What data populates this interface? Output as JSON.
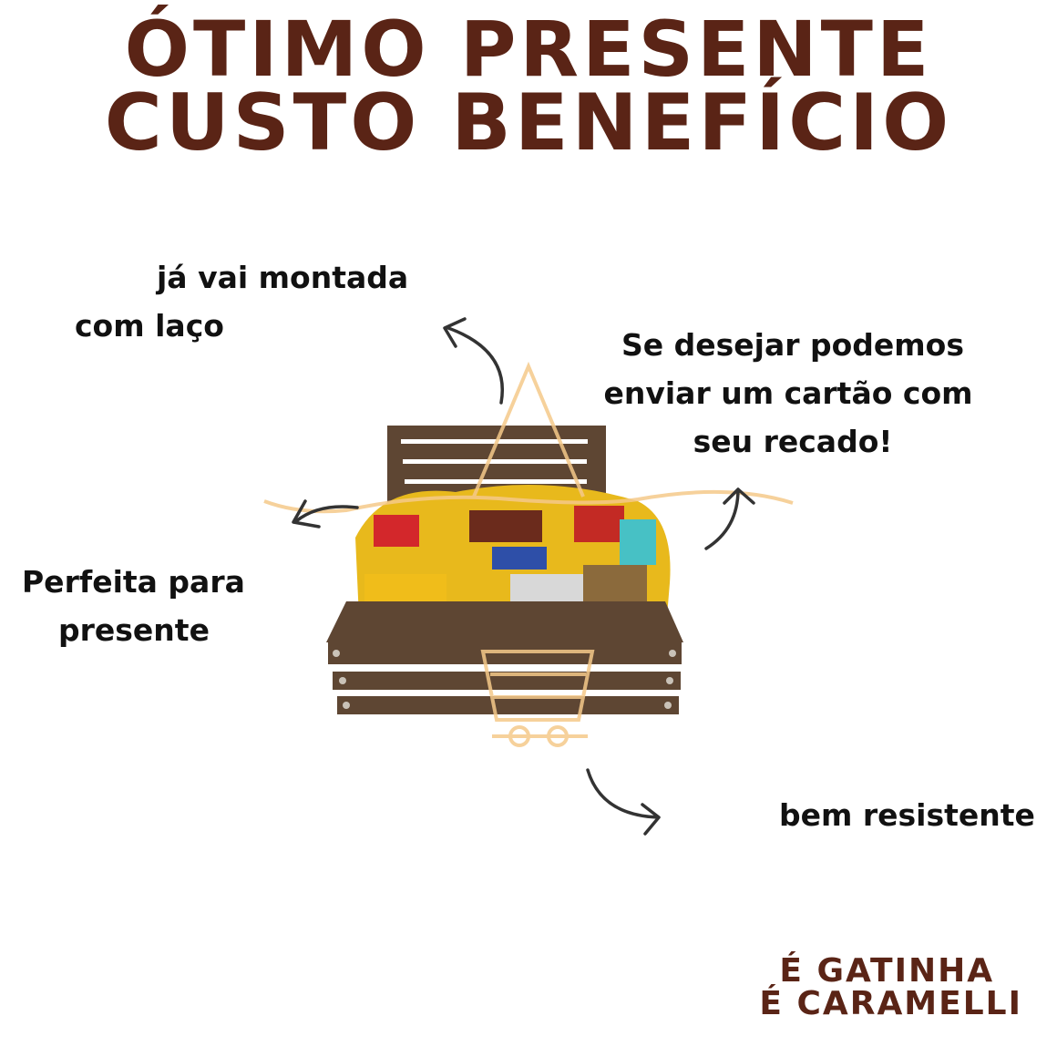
{
  "headline": {
    "line1": "ÓTIMO PRESENTE",
    "line2": "CUSTO BENEFÍCIO"
  },
  "callouts": {
    "assembled_line1": "já vai montada",
    "assembled_line2": "com laço",
    "card_line1": "Se desejar podemos",
    "card_line2": "enviar um cartão com",
    "card_line3": "seu recado!",
    "gift_line1": "Perfeita para",
    "gift_line2": "presente",
    "sturdy": "bem resistente"
  },
  "brand": {
    "line1": "É GATINHA",
    "line2": "É CARAMELLI"
  },
  "colors": {
    "title": "#5a2416",
    "wood": "#5e4633",
    "watermark": "#f5c98a"
  }
}
